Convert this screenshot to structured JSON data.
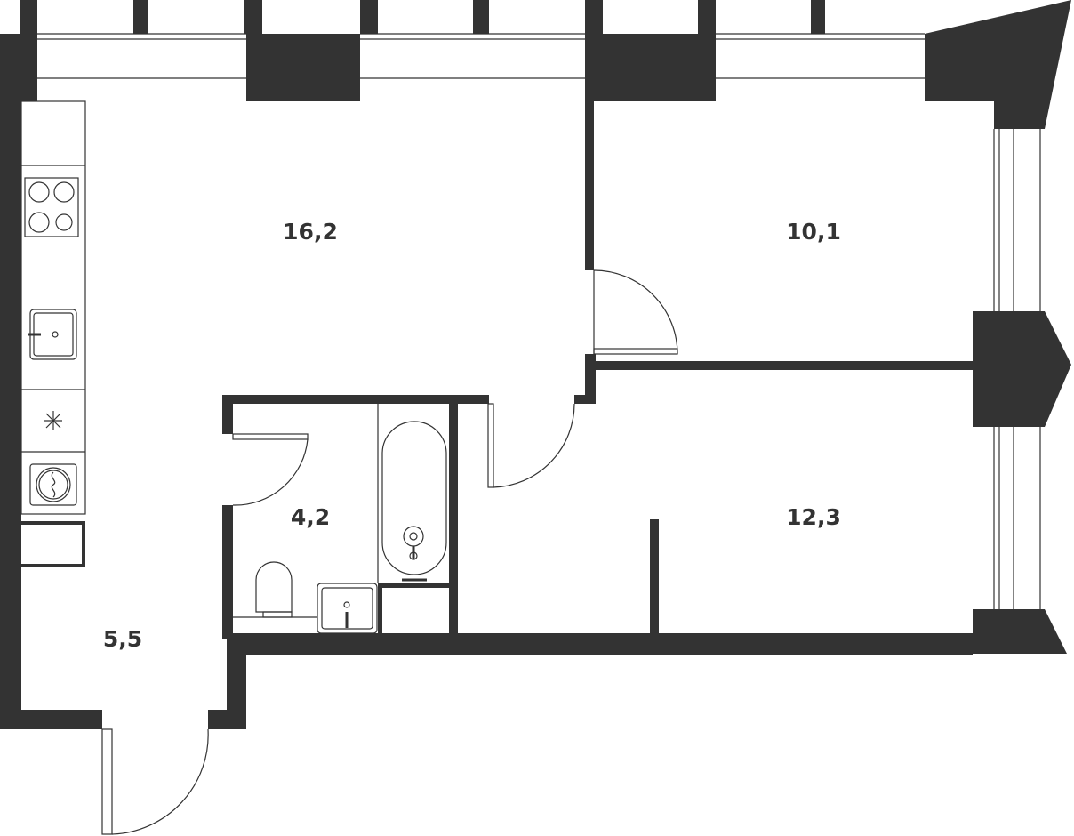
{
  "plan": {
    "wall_color": "#333333",
    "line_color": "#333333",
    "background": "#ffffff",
    "rooms": [
      {
        "id": "kitchen-living",
        "area": "16,2"
      },
      {
        "id": "bedroom-1",
        "area": "10,1"
      },
      {
        "id": "bedroom-2",
        "area": "12,3"
      },
      {
        "id": "bathroom",
        "area": "4,2"
      },
      {
        "id": "hallway",
        "area": "5,5"
      }
    ],
    "fixtures": [
      "stove-icon",
      "sink-icon",
      "fridge-icon",
      "washer-icon",
      "bathtub-icon",
      "toilet-icon",
      "washbasin-icon"
    ]
  }
}
